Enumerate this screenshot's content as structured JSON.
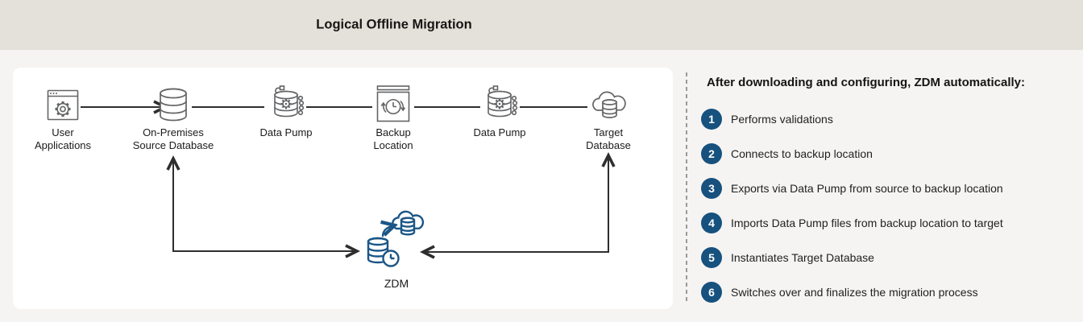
{
  "title": "Logical Offline Migration",
  "diagram": {
    "nodes": [
      {
        "icon": "browser-gear-icon",
        "label_line1": "User",
        "label_line2": "Applications"
      },
      {
        "icon": "database-icon",
        "label_line1": "On-Premises",
        "label_line2": "Source Database"
      },
      {
        "icon": "data-pump-icon",
        "label_line1": "Data Pump",
        "label_line2": ""
      },
      {
        "icon": "backup-clock-icon",
        "label_line1": "Backup",
        "label_line2": "Location"
      },
      {
        "icon": "data-pump-icon",
        "label_line1": "Data Pump",
        "label_line2": ""
      },
      {
        "icon": "cloud-database-icon",
        "label_line1": "Target",
        "label_line2": "Database"
      }
    ],
    "zdm_label": "ZDM",
    "connections": [
      "User Applications → On-Premises Source Database",
      "On-Premises Source Database — Data Pump — Backup Location — Data Pump — Target Database",
      "ZDM ↔ On-Premises Source Database",
      "ZDM ↔ Target Database"
    ]
  },
  "side_panel": {
    "heading": "After downloading and configuring, ZDM automatically:",
    "steps": [
      {
        "number": "1",
        "text": "Performs validations"
      },
      {
        "number": "2",
        "text": "Connects to backup location"
      },
      {
        "number": "3",
        "text": "Exports via Data Pump from source to backup location"
      },
      {
        "number": "4",
        "text": "Imports Data Pump files from backup location to target"
      },
      {
        "number": "5",
        "text": "Instantiates Target Database"
      },
      {
        "number": "6",
        "text": "Switches over and finalizes the migration process"
      }
    ]
  },
  "colors": {
    "header_band": "#E4E1DA",
    "page_bg": "#F5F4F2",
    "panel_bg": "#FFFFFF",
    "badge_blue": "#17517E",
    "zdm_blue": "#1B5687",
    "icon_gray": "#636466",
    "arrow_dark": "#2E2E2E"
  }
}
